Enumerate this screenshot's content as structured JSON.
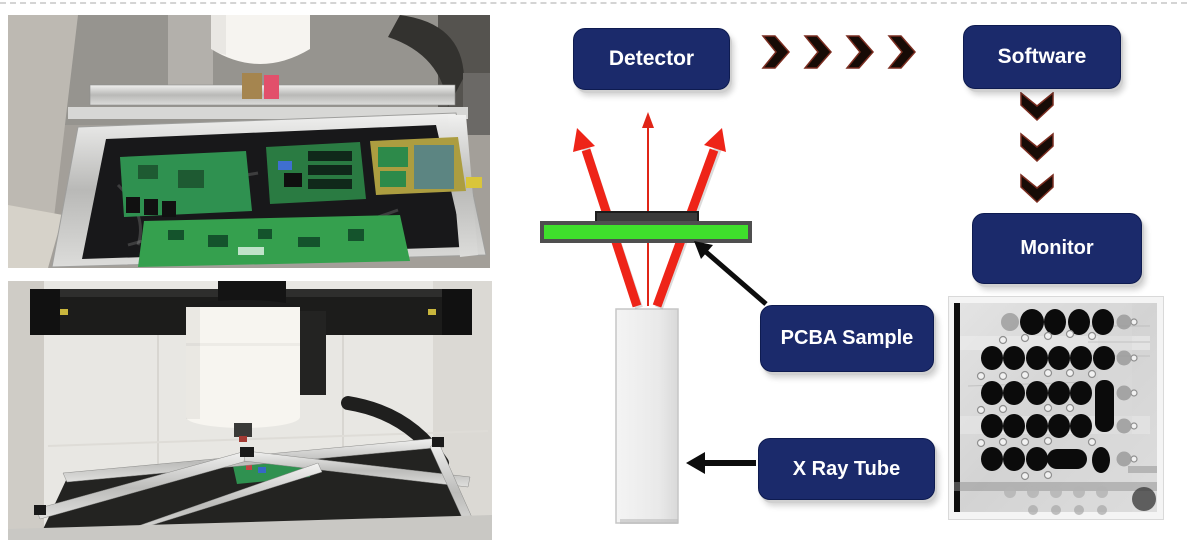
{
  "figure": {
    "left_photos": {
      "top_photo": {
        "alt": "x-ray machine chamber, PCB boards on black stage under white cylindrical head"
      },
      "bottom_photo": {
        "alt": "x-ray machine chamber, tilted aluminum sample tray under white cylindrical head"
      }
    },
    "diagram": {
      "nodes": {
        "detector": "Detector",
        "software": "Software",
        "monitor": "Monitor",
        "pcba_sample": "PCBA Sample",
        "xray_tube": "X Ray Tube"
      },
      "chevrons_right_count": 4,
      "chevrons_down_count": 3,
      "colors": {
        "node_bg": "#1b2a6b",
        "node_text": "#ffffff",
        "chevron": "#170b06",
        "chevron_halo": "#7a2d20",
        "beam_red": "#ee2418",
        "pcb_green": "#3fe02c",
        "pcb_border": "#4f4f4f",
        "chip_gray": "#3a3a3a",
        "tube_gray": "#ececec",
        "arrow_black": "#0d0d0d"
      }
    }
  }
}
